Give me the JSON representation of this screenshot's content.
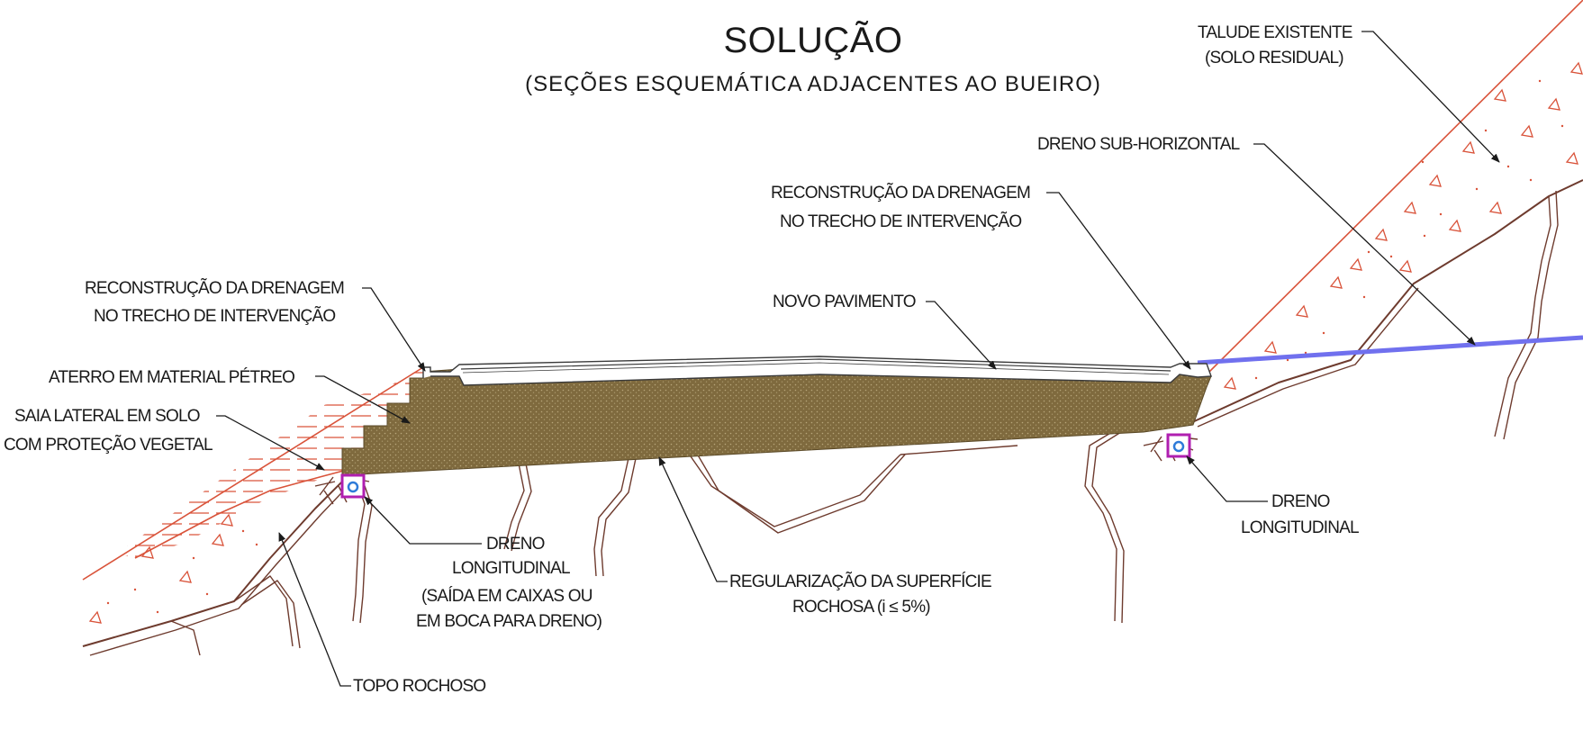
{
  "title": "SOLUÇÃO",
  "subtitle": "(SEÇÕES ESQUEMÁTICA ADJACENTES AO BUEIRO)",
  "labels": {
    "talude_line1": "TALUDE EXISTENTE",
    "talude_line2": "(SOLO RESIDUAL)",
    "dreno_sub": "DRENO SUB-HORIZONTAL",
    "recon_right_line1": "RECONSTRUÇÃO DA DRENAGEM",
    "recon_right_line2": "NO TRECHO DE INTERVENÇÃO",
    "recon_left_line1": "RECONSTRUÇÃO DA DRENAGEM",
    "recon_left_line2": "NO TRECHO DE INTERVENÇÃO",
    "novo_pavimento": "NOVO PAVIMENTO",
    "aterro": "ATERRO EM MATERIAL PÉTREO",
    "saia_line1": "SAIA LATERAL EM SOLO",
    "saia_line2": "COM PROTEÇÃO VEGETAL",
    "dreno_left_line1": "DRENO",
    "dreno_left_line2": "LONGITUDINAL",
    "saida_line1": "(SAÍDA EM CAIXAS OU",
    "saida_line2": "EM BOCA PARA DRENO)",
    "regularizacao_line1": "REGULARIZAÇÃO DA SUPERFÍCIE",
    "regularizacao_line2": "ROCHOSA (i ≤ 5%)",
    "dreno_right_line1": "DRENO",
    "dreno_right_line2": "LONGITUDINAL",
    "topo_rochoso": "TOPO ROCHOSO"
  },
  "colors": {
    "embankment_fill": "#7f6a3e",
    "soil_outline": "#d9533a",
    "rock_outline": "#6e3b2e",
    "drain_box": "#b01fb0",
    "subhorizontal_drain": "#7070ee",
    "pavement": "#ffffff"
  }
}
